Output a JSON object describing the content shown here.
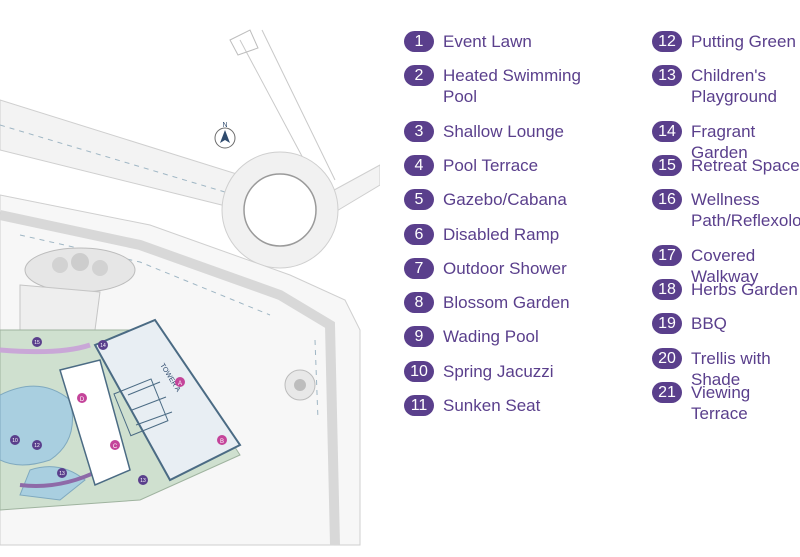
{
  "colors": {
    "accent": "#5a3f8c",
    "road": "#d6d6d6",
    "water": "#a9cfe0",
    "landscape": "#cfe0cf",
    "building": "#e8eef3"
  },
  "map": {
    "north_label": "N",
    "tower_label": "TOWER A",
    "markers": [
      "A",
      "B",
      "C",
      "D"
    ],
    "map_numbers": [
      "10",
      "12",
      "13",
      "14",
      "15"
    ]
  },
  "legend": {
    "items": [
      {
        "num": "1",
        "label": "Event Lawn"
      },
      {
        "num": "2",
        "label": "Heated Swimming\nPool"
      },
      {
        "num": "3",
        "label": "Shallow Lounge"
      },
      {
        "num": "4",
        "label": "Pool Terrace"
      },
      {
        "num": "5",
        "label": "Gazebo/Cabana"
      },
      {
        "num": "6",
        "label": "Disabled Ramp"
      },
      {
        "num": "7",
        "label": "Outdoor Shower"
      },
      {
        "num": "8",
        "label": "Blossom Garden"
      },
      {
        "num": "9",
        "label": "Wading Pool"
      },
      {
        "num": "10",
        "label": "Spring Jacuzzi"
      },
      {
        "num": "11",
        "label": "Sunken Seat"
      },
      {
        "num": "12",
        "label": "Putting Green"
      },
      {
        "num": "13",
        "label": "Children's\nPlayground"
      },
      {
        "num": "14",
        "label": "Fragrant Garden"
      },
      {
        "num": "15",
        "label": "Retreat Space"
      },
      {
        "num": "16",
        "label": "Wellness\nPath/Reflexology"
      },
      {
        "num": "17",
        "label": "Covered Walkway"
      },
      {
        "num": "18",
        "label": "Herbs Garden"
      },
      {
        "num": "19",
        "label": "BBQ"
      },
      {
        "num": "20",
        "label": "Trellis with Shade"
      },
      {
        "num": "21",
        "label": "Viewing Terrace"
      }
    ]
  }
}
